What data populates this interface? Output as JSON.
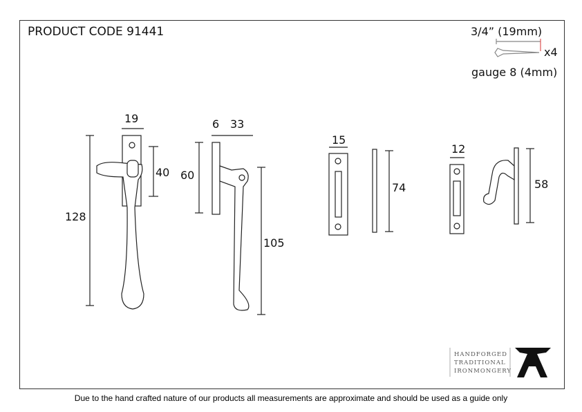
{
  "title": "PRODUCT CODE 91441",
  "screw": {
    "length": "3/4” (19mm)",
    "qty": "x4",
    "gauge": "gauge 8 (4mm)"
  },
  "dimensions": {
    "handle_width": "19",
    "handle_height": "128",
    "plate_height": "40",
    "side_thickness": "6",
    "side_projection": "33",
    "side_plate": "60",
    "side_handle": "105",
    "keep1_width": "15",
    "keep1_height": "74",
    "keep2_width": "12",
    "keep2_height": "58"
  },
  "logo": {
    "line1": "HANDFORGED",
    "line2": "TRADITIONAL",
    "line3": "IRONMONGERY"
  },
  "footer": "Due to the hand crafted nature of our products all measurements are approximate and should be used as a guide only"
}
